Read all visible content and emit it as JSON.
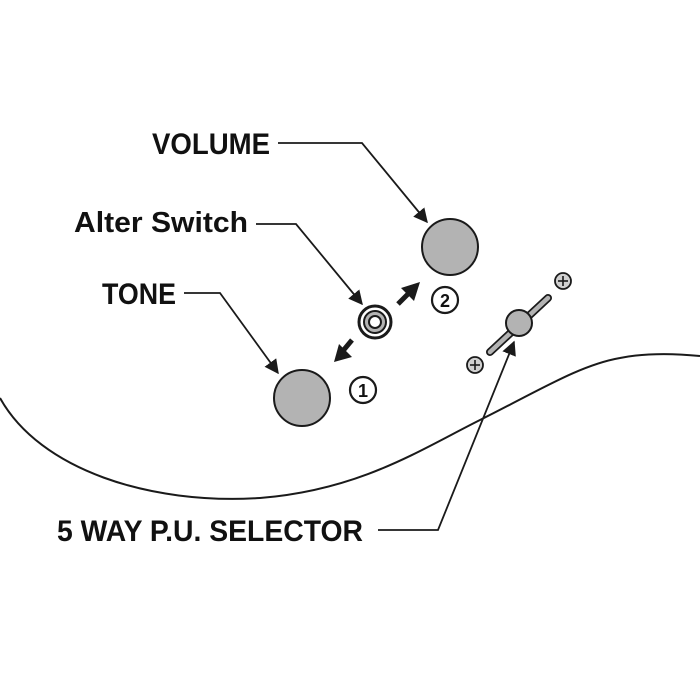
{
  "labels": {
    "volume": "VOLUME",
    "alter_switch": "Alter Switch",
    "tone": "TONE",
    "selector": "5 WAY P.U. SELECTOR"
  },
  "markers": {
    "one": "1",
    "two": "2"
  },
  "colors": {
    "knob_fill": "#b3b3b3",
    "line": "#1a1a1a",
    "background": "#ffffff"
  }
}
